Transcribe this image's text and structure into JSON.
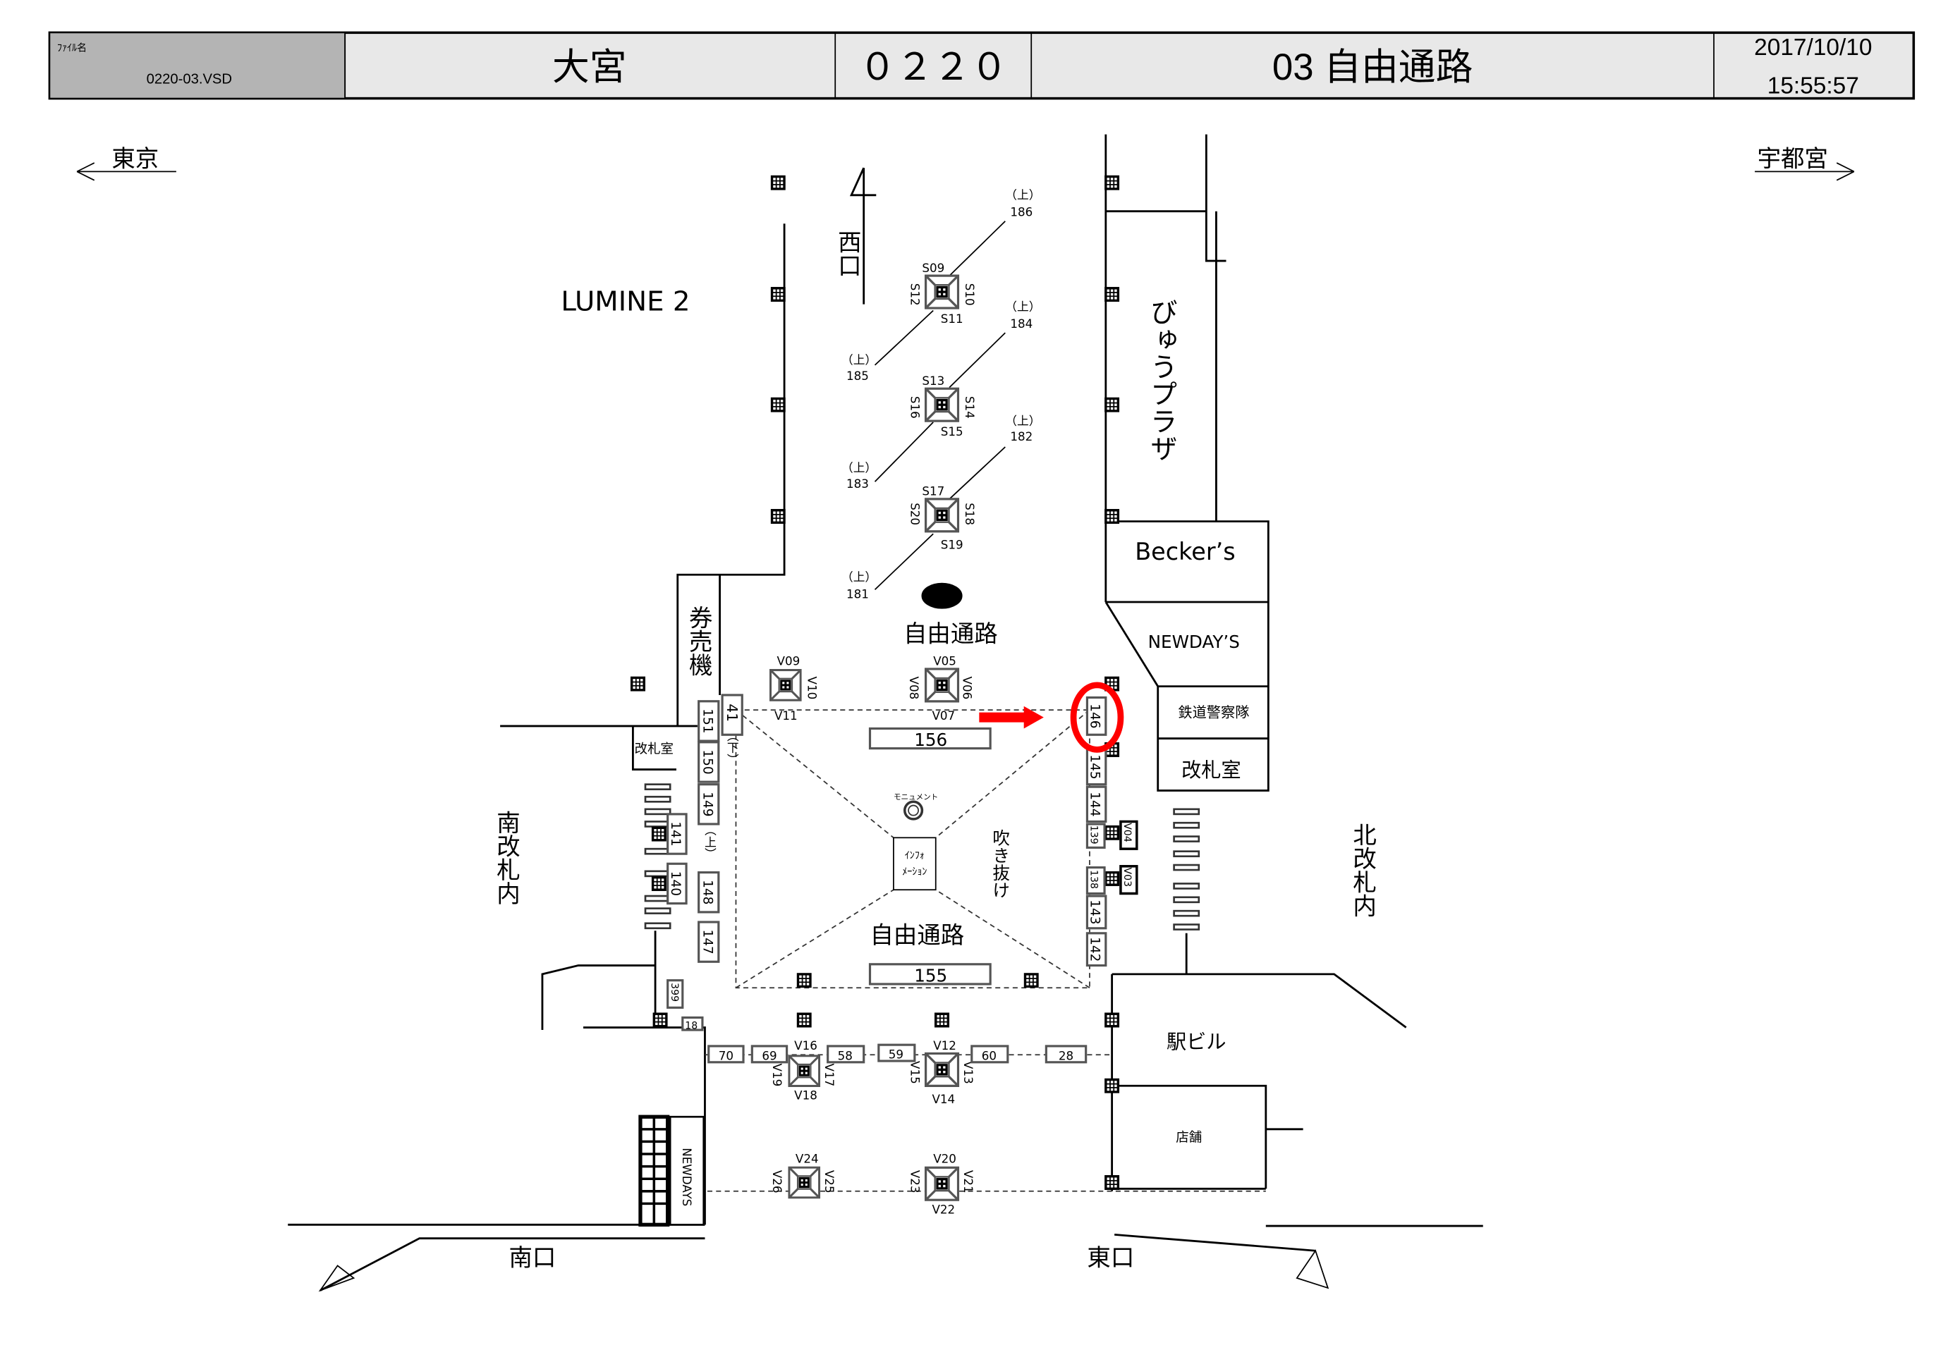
{
  "header": {
    "file_label": "ﾌｧｲﾙ名",
    "file_name": "0220-03.VSD",
    "station": "大宮",
    "code": "０２２０",
    "floor": "03  自由通路",
    "date": "2017/10/10",
    "time": "15:55:57"
  },
  "directions": {
    "left": "東京",
    "right": "宇都宮"
  },
  "areas": {
    "lumine": "LUMINE 2",
    "west_exit": "西口",
    "view_plaza": "びゅうプラザ",
    "beckers": "Becker’s",
    "newdays": "NEWDAY’S",
    "police": "鉄道警察隊",
    "ticket_office_right": "改札室",
    "ticket_office_left": "改札室",
    "ticket_machine": "券売機",
    "free_passage_top": "自由通路",
    "free_passage_center": "自由通路",
    "monument": "モニュメント",
    "information_1": "ｲﾝﾌｫ",
    "information_2": "ﾒｰｼｮﾝ",
    "atrium": "吹き抜け",
    "south_gate": "南改札内",
    "north_gate": "北改札内",
    "station_building": "駅ビル",
    "shop": "店舗",
    "south_exit": "南口",
    "east_exit": "東口",
    "newdays_small": "NEWDAYS"
  },
  "stairs": {
    "up": "（上）",
    "down": "（下）",
    "s186": "186",
    "s185": "185",
    "s184": "184",
    "s183": "183",
    "s182": "182",
    "s181": "181"
  },
  "escalators": {
    "S09": "S09",
    "S10": "S10",
    "S11": "S11",
    "S12": "S12",
    "S13": "S13",
    "S14": "S14",
    "S15": "S15",
    "S16": "S16",
    "S17": "S17",
    "S18": "S18",
    "S19": "S19",
    "S20": "S20",
    "V05": "V05",
    "V06": "V06",
    "V07": "V07",
    "V08": "V08",
    "V09": "V09",
    "V10": "V10",
    "V11": "V11",
    "V12": "V12",
    "V13": "V13",
    "V14": "V14",
    "V15": "V15",
    "V16": "V16",
    "V17": "V17",
    "V18": "V18",
    "V19": "V19",
    "V20": "V20",
    "V21": "V21",
    "V22": "V22",
    "V23": "V23",
    "V24": "V24",
    "V25": "V25",
    "V26": "V26"
  },
  "ads": {
    "a151": "151",
    "a41": "41",
    "a150": "150",
    "a149": "149",
    "a148": "148",
    "a147": "147",
    "a141": "141",
    "a140": "140",
    "a146": "146",
    "a145": "145",
    "a144": "144",
    "a139": "139",
    "a138": "138",
    "a143": "143",
    "a142": "142",
    "aV04": "V04",
    "aV03": "V03",
    "a156": "156",
    "a155": "155",
    "a399": "399",
    "a18": "18",
    "a70": "70",
    "a69": "69",
    "a58": "58",
    "a59": "59",
    "a60": "60",
    "a28": "28"
  },
  "highlight": {
    "color": "#ff0000",
    "target": "146"
  }
}
